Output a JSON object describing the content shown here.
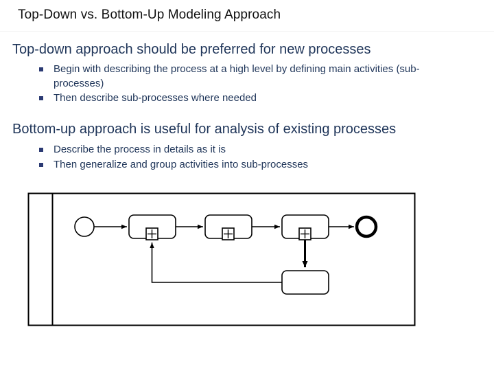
{
  "slide": {
    "title": "Top-Down vs. Bottom-Up Modeling Approach",
    "title_color": "#111111",
    "body_color": "#1f3559",
    "bullet_color": "#2b3a73",
    "background": "#ffffff"
  },
  "sections": [
    {
      "heading": "Top-down approach should be preferred for new processes",
      "bullets": [
        "Begin with describing the process at a high level by defining main activities (sub-processes)",
        "Then describe sub-processes where needed"
      ]
    },
    {
      "heading": "Bottom-up approach is useful for analysis of existing processes",
      "bullets": [
        "Describe the process in details as it is",
        "Then generalize and group activities into sub-processes"
      ]
    }
  ],
  "diagram": {
    "type": "bpmn-process",
    "pool": {
      "label": "",
      "lane_label": ""
    },
    "nodes": [
      {
        "id": "start",
        "kind": "start-event",
        "label": ""
      },
      {
        "id": "task1",
        "kind": "sub-process",
        "label": "",
        "marker": "plus"
      },
      {
        "id": "task2",
        "kind": "sub-process",
        "label": "",
        "marker": "plus"
      },
      {
        "id": "task3",
        "kind": "sub-process",
        "label": "",
        "marker": "plus"
      },
      {
        "id": "task4",
        "kind": "task",
        "label": "",
        "marker": "none"
      },
      {
        "id": "end",
        "kind": "end-event",
        "label": ""
      }
    ],
    "flows": [
      {
        "from": "start",
        "to": "task1",
        "label": ""
      },
      {
        "from": "task1",
        "to": "task2",
        "label": ""
      },
      {
        "from": "task2",
        "to": "task3",
        "label": ""
      },
      {
        "from": "task3",
        "to": "end",
        "label": ""
      },
      {
        "from": "task3",
        "to": "task4",
        "label": ""
      },
      {
        "from": "task4",
        "to": "task1",
        "label": ""
      }
    ],
    "stroke_color": "#000000",
    "fill_color": "#ffffff"
  }
}
